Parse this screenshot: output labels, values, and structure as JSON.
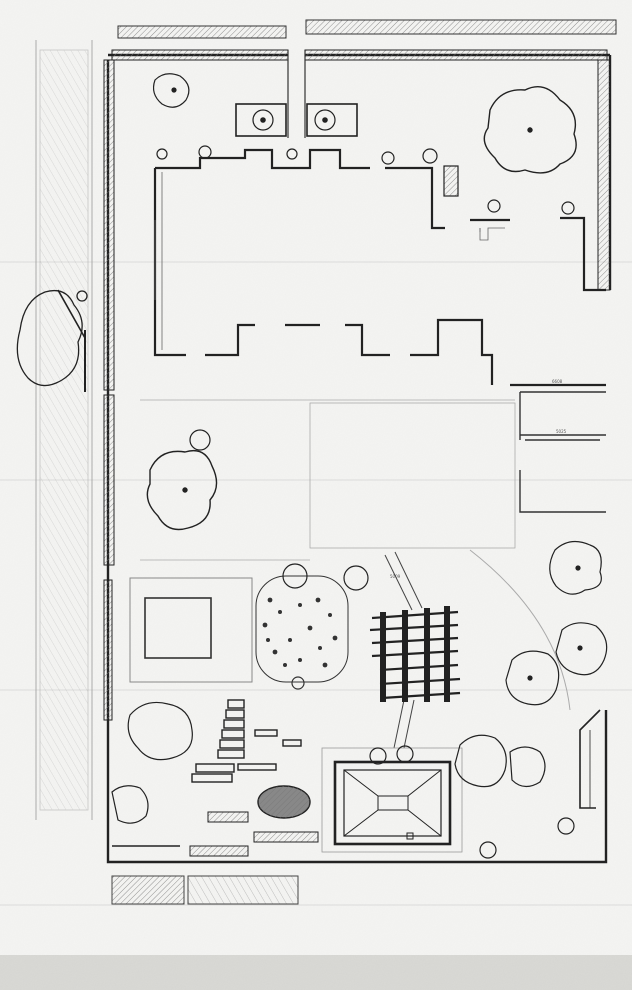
{
  "drawing": {
    "kind": "landscape site plan sketch",
    "colors": {
      "paper": "#f4f4f2",
      "ink": "#222222",
      "light_ink": "#8a8a8a",
      "hatch": "#444444"
    },
    "labels": {
      "dim_a": "6608",
      "dim_b": "5025",
      "dim_c": "5009"
    }
  }
}
